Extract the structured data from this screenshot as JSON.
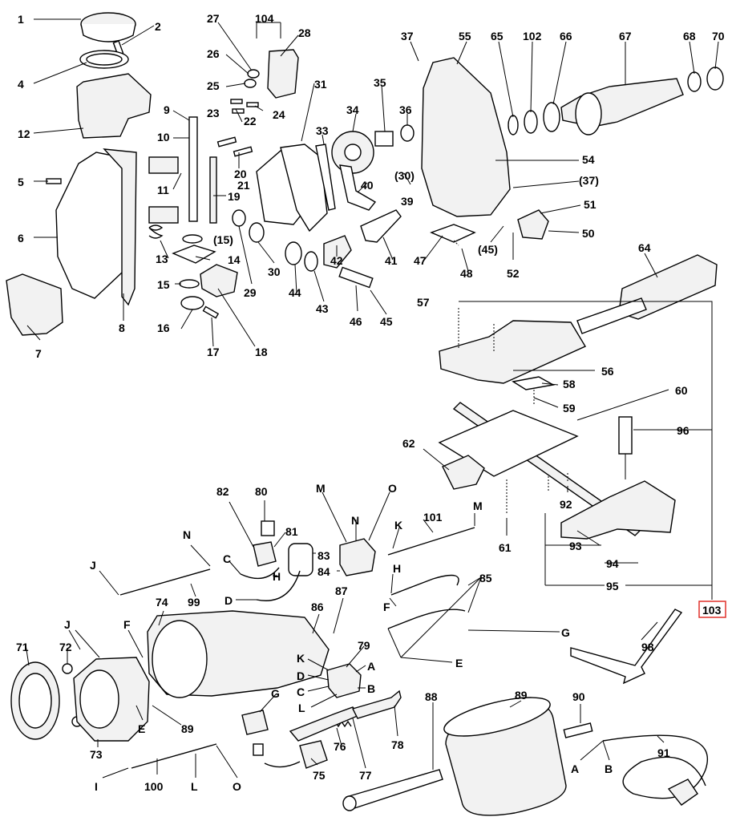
{
  "diagram": {
    "highlight_color": "#e0302a",
    "highlighted_label": "103",
    "labels": [
      "1",
      "2",
      "4",
      "12",
      "5",
      "6",
      "7",
      "8",
      "9",
      "10",
      "11",
      "13",
      "14",
      "15",
      "16",
      "17",
      "18",
      "19",
      "(15)",
      "20",
      "21",
      "22",
      "23",
      "24",
      "25",
      "26",
      "27",
      "104",
      "28",
      "29",
      "30",
      "31",
      "33",
      "34",
      "35",
      "36",
      "37",
      "(30)",
      "39",
      "40",
      "41",
      "42",
      "43",
      "44",
      "45",
      "46",
      "47",
      "48",
      "55",
      "65",
      "102",
      "66",
      "67",
      "68",
      "70",
      "54",
      "(37)",
      "51",
      "50",
      "(45)",
      "52",
      "57",
      "64",
      "56",
      "58",
      "59",
      "60",
      "62",
      "96",
      "61",
      "92",
      "93",
      "94",
      "95",
      "103",
      "98",
      "80",
      "82",
      "81",
      "83",
      "84",
      "M",
      "N",
      "O",
      "K",
      "101",
      "J",
      "99",
      "H",
      "C",
      "D",
      "85",
      "F",
      "G",
      "E",
      "87",
      "86",
      "74",
      "71",
      "72",
      "73",
      "79",
      "A",
      "B",
      "L",
      "88",
      "89",
      "90",
      "91",
      "100",
      "I",
      "75",
      "76",
      "77",
      "78"
    ]
  }
}
